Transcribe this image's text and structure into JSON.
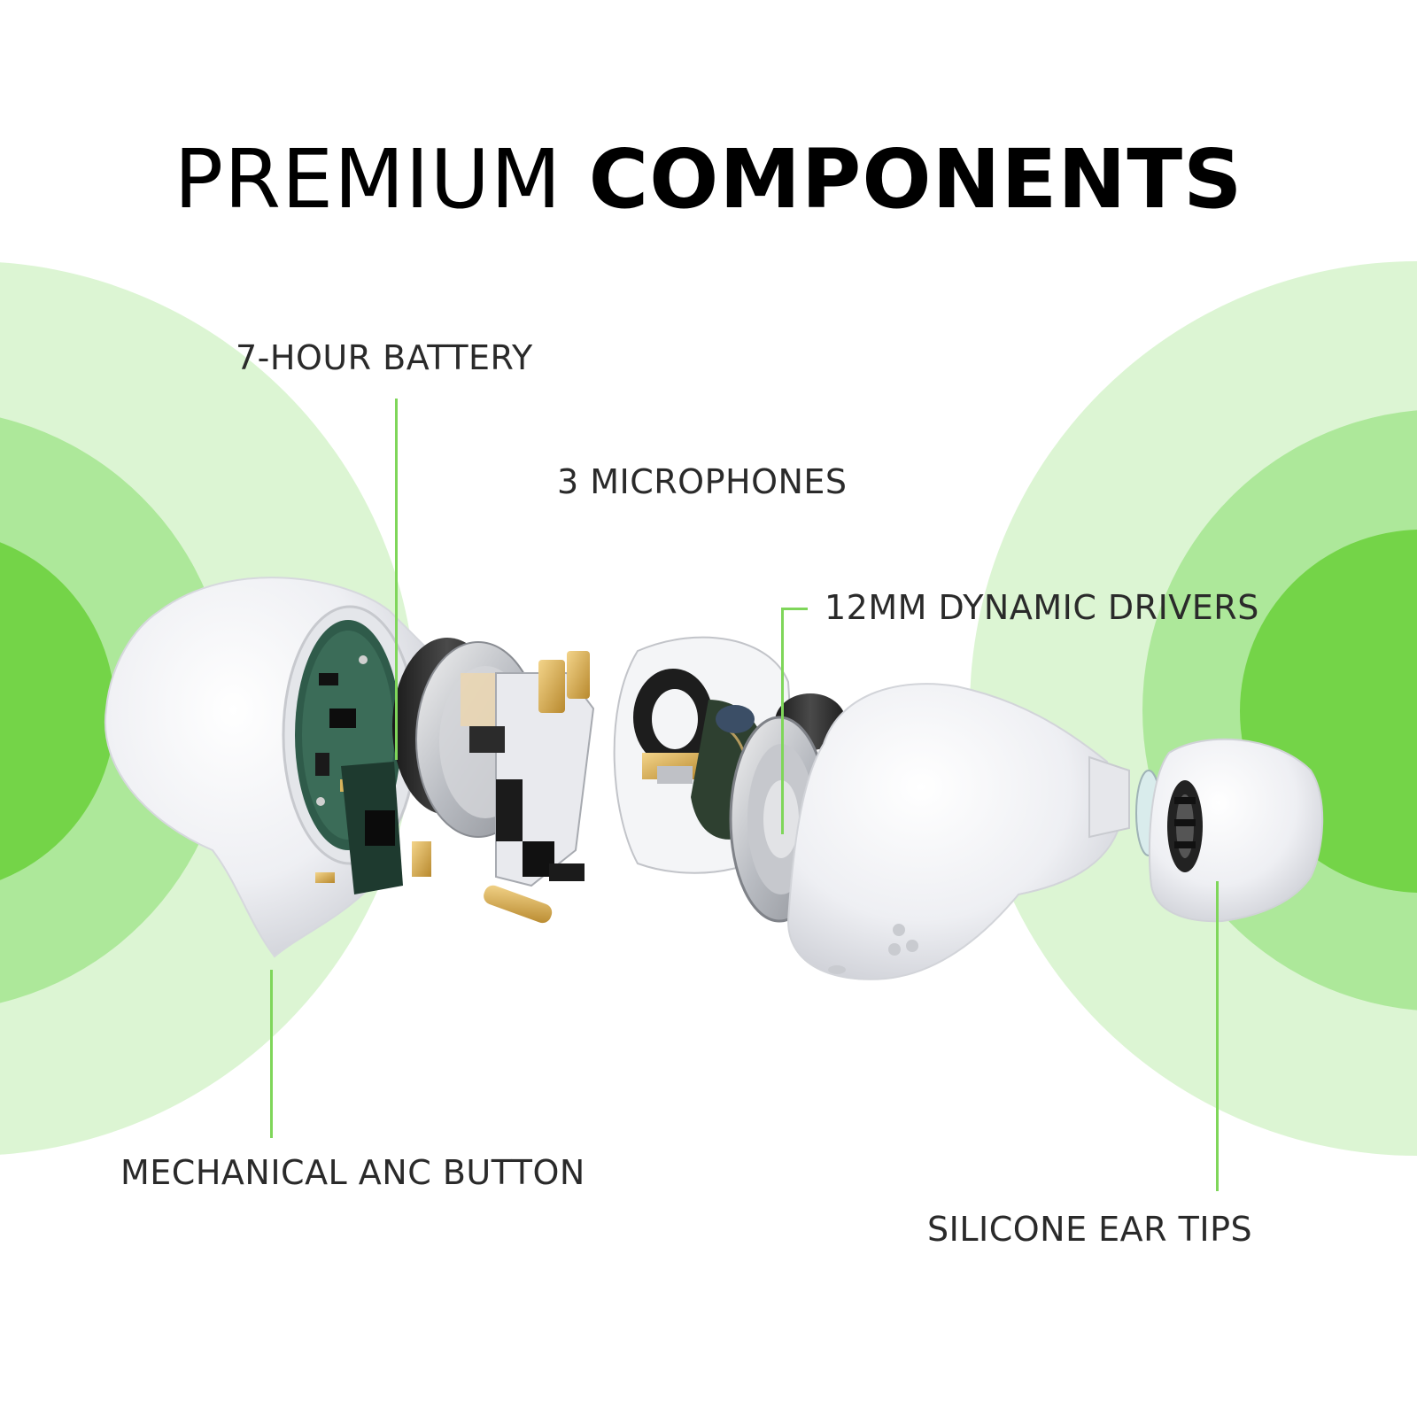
{
  "title": {
    "regular": "PREMIUM",
    "bold": "COMPONENTS"
  },
  "labels": {
    "battery": "7-HOUR BATTERY",
    "microphones": "3 MICROPHONES",
    "drivers": "12MM DYNAMIC DRIVERS",
    "anc_button": "MECHANICAL ANC BUTTON",
    "ear_tips": "SILICONE EAR TIPS"
  },
  "colors": {
    "ring_outer": "#dcf5d3",
    "ring_mid": "#ade89a",
    "ring_inner": "#74d448",
    "leader": "#7fd65a",
    "text": "#2a2a2a"
  }
}
